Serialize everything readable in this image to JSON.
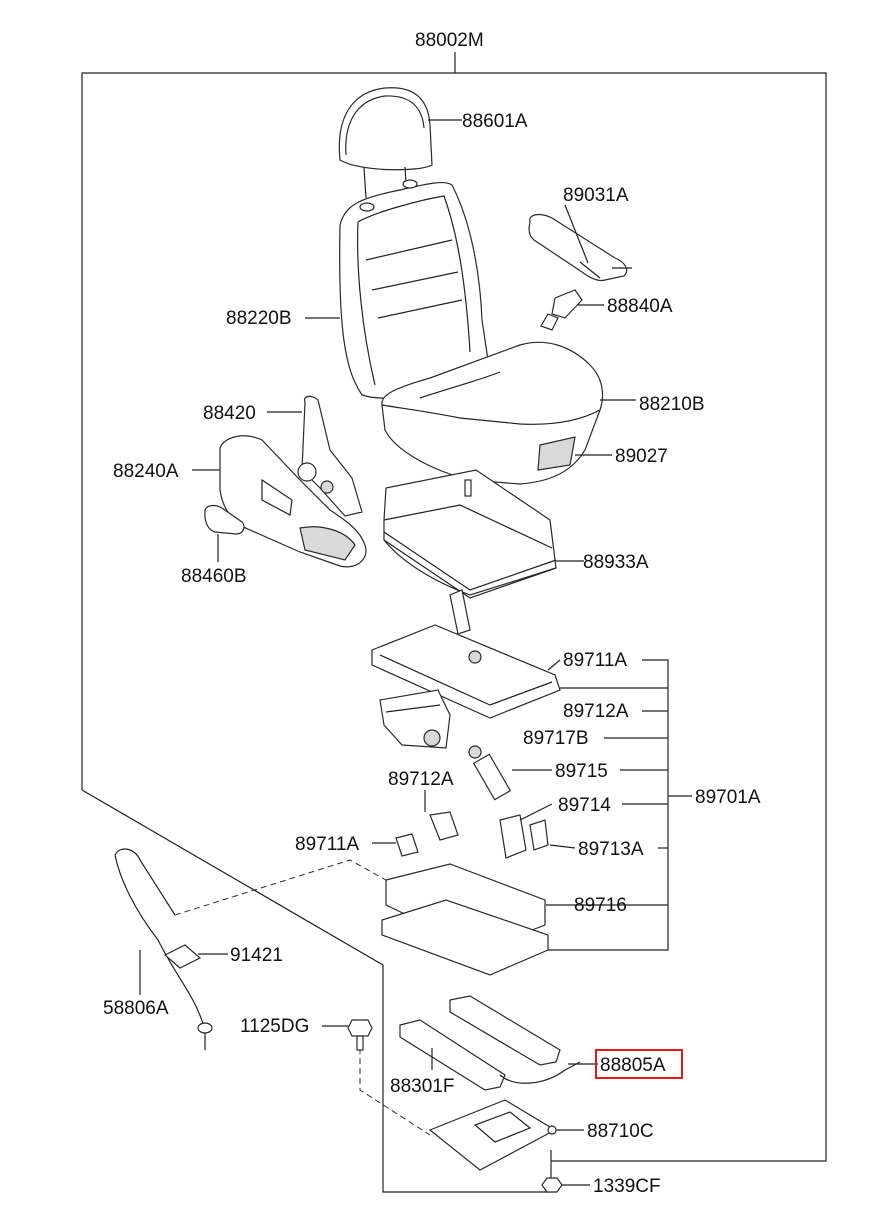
{
  "parts": {
    "p88002M": "88002M",
    "p88601A": "88601A",
    "p89031A": "89031A",
    "p88220B": "88220B",
    "p88840A": "88840A",
    "p88210B": "88210B",
    "p88420": "88420",
    "p88240A": "88240A",
    "p89027": "89027",
    "p88460B": "88460B",
    "p88933A": "88933A",
    "p89711A_top": "89711A",
    "p89712A_right": "89712A",
    "p89717B": "89717B",
    "p89715": "89715",
    "p89712A_left": "89712A",
    "p89714": "89714",
    "p89701A": "89701A",
    "p89711A_left": "89711A",
    "p89713A": "89713A",
    "p89716": "89716",
    "p91421": "91421",
    "p58806A": "58806A",
    "p1125DG": "1125DG",
    "p88805A": "88805A",
    "p88301F": "88301F",
    "p88710C": "88710C",
    "p1339CF": "1339CF"
  },
  "highlight": {
    "part": "88805A",
    "color": "#e01919"
  }
}
